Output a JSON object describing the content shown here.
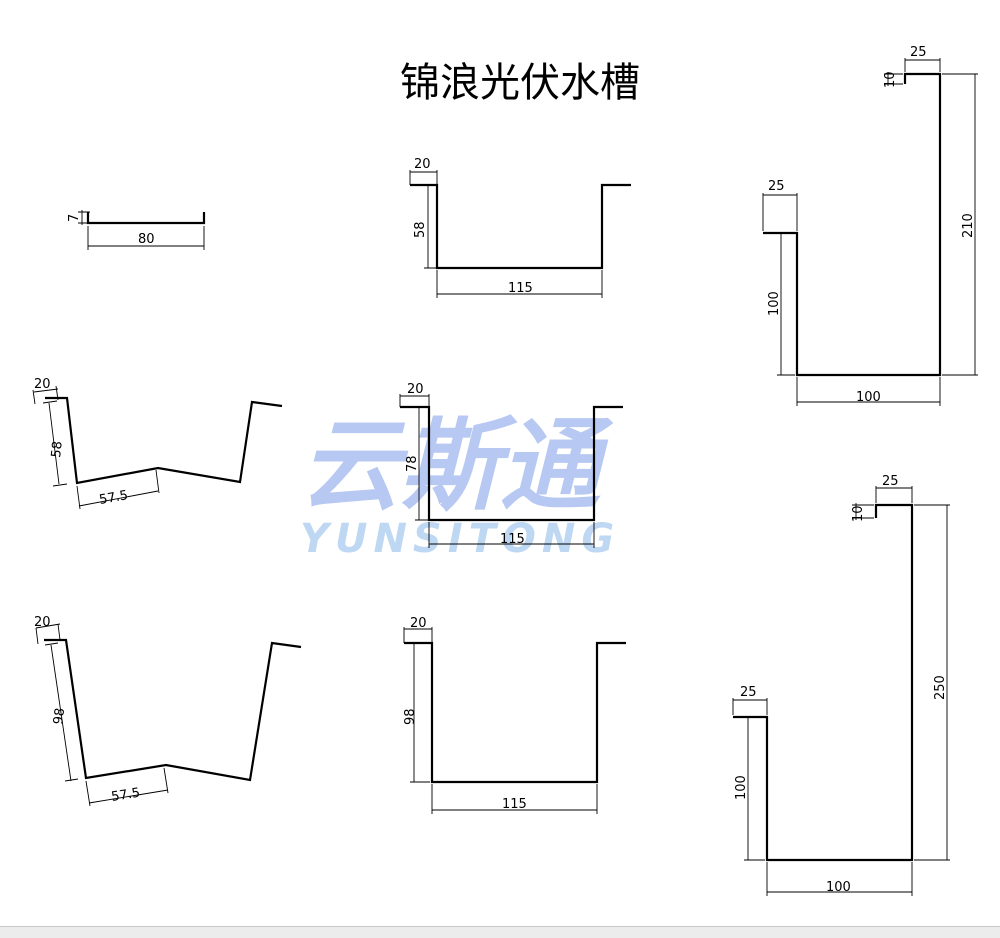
{
  "title": "锦浪光伏水槽",
  "watermark": {
    "cn": "云斯通",
    "en": "YUNSITONG"
  },
  "profiles": [
    {
      "name": "flat-strip",
      "dims": {
        "lip": "7",
        "width": "80"
      }
    },
    {
      "name": "u-channel-58",
      "dims": {
        "lip": "20",
        "height": "58",
        "width": "115"
      }
    },
    {
      "name": "tall-gutter-210",
      "dims": {
        "top_lip": "25",
        "top_return": "10",
        "inner_lip": "25",
        "inner_height": "100",
        "outer_height": "210",
        "width": "100"
      }
    },
    {
      "name": "w-trough-58",
      "dims": {
        "lip": "20",
        "height": "58",
        "half_width": "57.5"
      }
    },
    {
      "name": "u-channel-78",
      "dims": {
        "lip": "20",
        "height": "78",
        "width": "115"
      }
    },
    {
      "name": "w-trough-98",
      "dims": {
        "lip": "20",
        "height": "98",
        "half_width": "57.5"
      }
    },
    {
      "name": "u-channel-98",
      "dims": {
        "lip": "20",
        "height": "98",
        "width": "115"
      }
    },
    {
      "name": "tall-gutter-250",
      "dims": {
        "top_lip": "25",
        "top_return": "10",
        "inner_lip": "25",
        "inner_height": "100",
        "outer_height": "250",
        "width": "100"
      }
    }
  ]
}
